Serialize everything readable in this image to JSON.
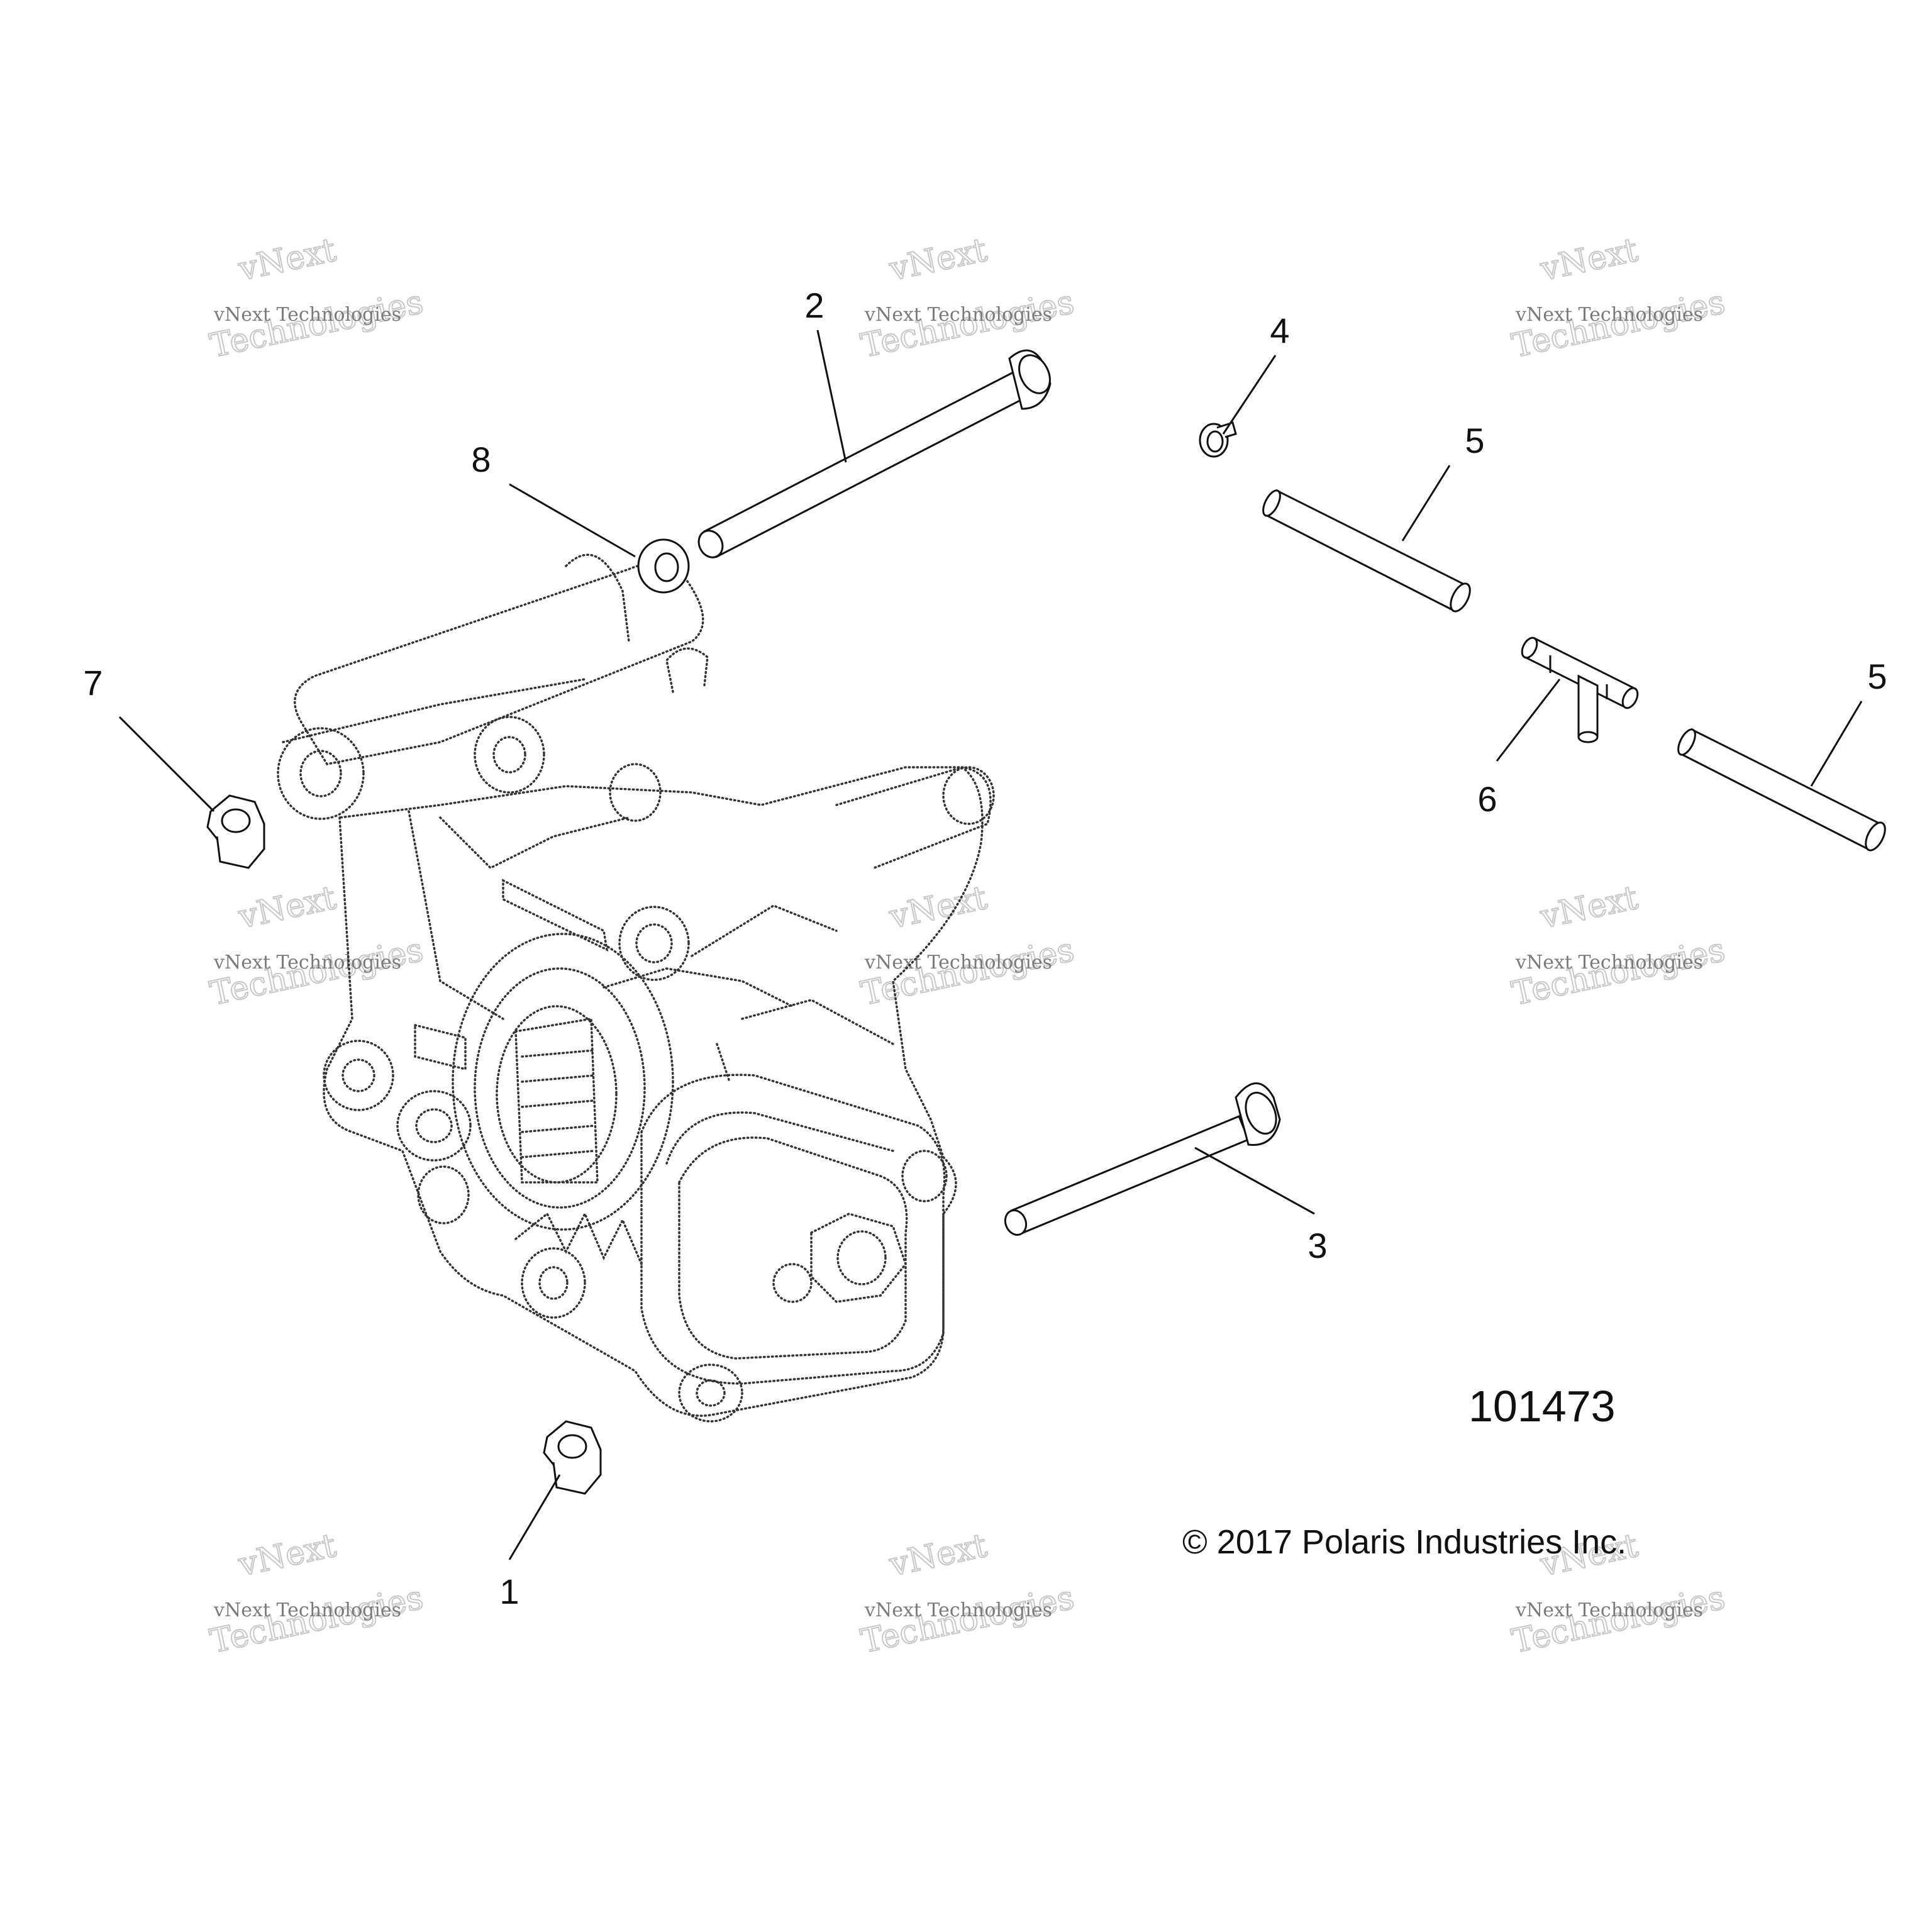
{
  "figure_number": "101473",
  "copyright": "© 2017 Polaris Industries Inc.",
  "watermark": {
    "line1": "vNext Technologies",
    "line2": "vNext",
    "line3": "Technologies"
  },
  "callouts": [
    {
      "id": "c1",
      "label": "1",
      "part": "flange nut"
    },
    {
      "id": "c2",
      "label": "2",
      "part": "long bolt"
    },
    {
      "id": "c3",
      "label": "3",
      "part": "long bolt"
    },
    {
      "id": "c4",
      "label": "4",
      "part": "hose clamp"
    },
    {
      "id": "c5a",
      "label": "5",
      "part": "vent hose"
    },
    {
      "id": "c5b",
      "label": "5",
      "part": "vent hose"
    },
    {
      "id": "c6",
      "label": "6",
      "part": "tee fitting"
    },
    {
      "id": "c7",
      "label": "7",
      "part": "flange nut"
    },
    {
      "id": "c8",
      "label": "8",
      "part": "washer"
    }
  ],
  "colors": {
    "line": "#111111",
    "watermark": "#7a7a7a",
    "background": "#ffffff"
  }
}
